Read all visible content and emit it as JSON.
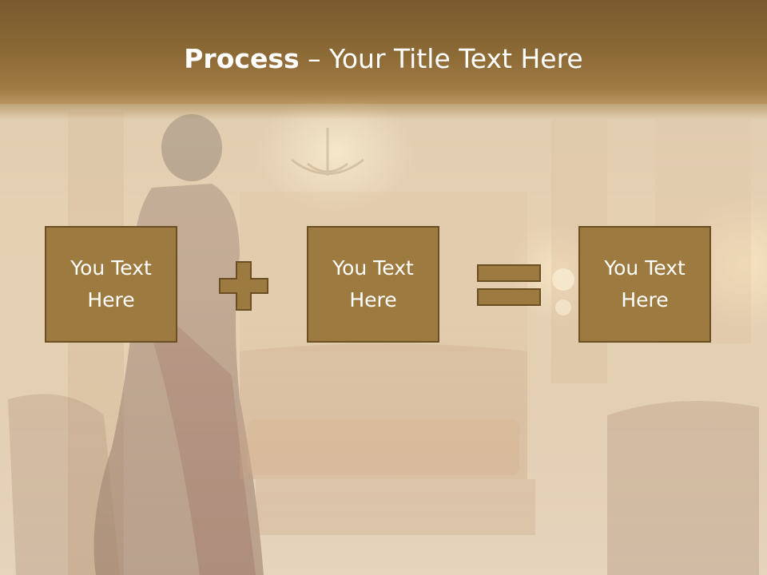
{
  "slide": {
    "title_bold": "Process",
    "title_rest": " – Your Title Text Here"
  },
  "boxes": [
    {
      "line1": "You Text",
      "line2": "Here"
    },
    {
      "line1": "You Text",
      "line2": "Here"
    },
    {
      "line1": "You Text",
      "line2": "Here"
    }
  ],
  "operators": [
    "plus-icon",
    "equals-icon"
  ],
  "colors": {
    "title_band": "#8c6a36",
    "box_fill": "#9d7a3f",
    "box_border": "#6a4f24",
    "text": "#ffffff"
  }
}
